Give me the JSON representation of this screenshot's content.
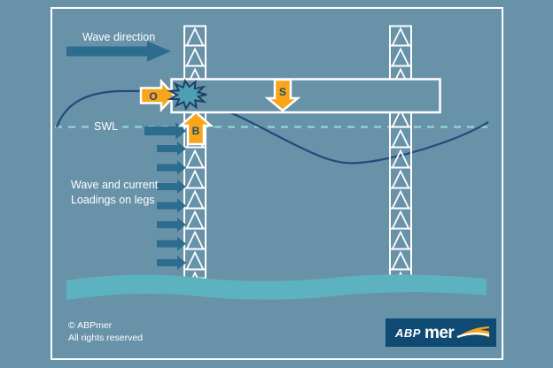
{
  "labels": {
    "wave_direction": "Wave direction",
    "swl": "SWL",
    "loadings_line1": "Wave and current",
    "loadings_line2": "Loadings on legs",
    "arrow_o": "O",
    "arrow_b": "B",
    "arrow_s": "S"
  },
  "footer": {
    "copyright": "© ABPmer",
    "rights": "All rights reserved"
  },
  "logo": {
    "abp": "ABP",
    "mer": "mer"
  },
  "colors": {
    "background": "#6892a8",
    "frame_border": "#ffffff",
    "structure_white": "#ffffff",
    "load_arrow_teal": "#2c6c8e",
    "impact_orange": "#f8a51b",
    "arrow_letter": "#1d4a6b",
    "wave_line_navy": "#26497e",
    "swl_dash": "#8ed7da",
    "splash_fill": "#4f9fb3",
    "splash_stroke": "#1f4067",
    "seabed_teal": "#5db2c0",
    "logo_background": "#0e4a72"
  },
  "icons": {
    "wave_direction_arrow": "right-arrow",
    "leg_load_arrows": "right-arrow",
    "deck_load_arrows": "block-arrows-O-B-S",
    "splash": "wave-impact-starburst",
    "logo_swoosh": "abpmer-swoosh"
  }
}
